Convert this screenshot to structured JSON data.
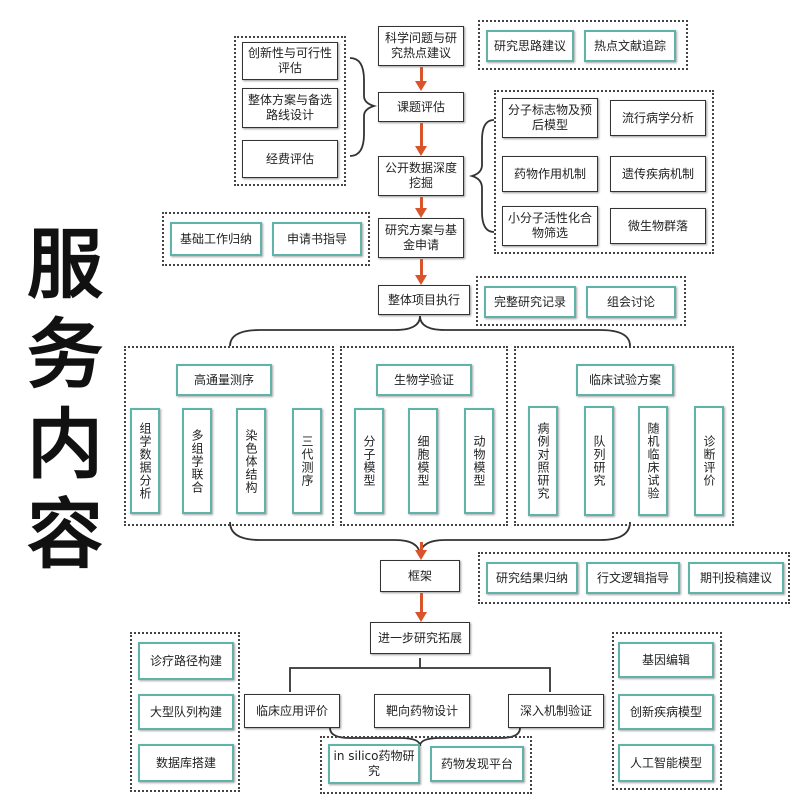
{
  "title": [
    "服",
    "务",
    "内",
    "容"
  ],
  "main": {
    "n1": "科学问题与研究热点建议",
    "n2": "课题评估",
    "n3": "公开数据深度挖掘",
    "n4": "研究方案与基金申请",
    "n5": "整体项目执行",
    "n6": "框架",
    "n7": "进一步研究拓展"
  },
  "top_right": [
    "研究思路建议",
    "热点文献追踪"
  ],
  "left_eval": [
    "创新性与可行性评估",
    "整体方案与备选路线设计",
    "经费评估"
  ],
  "mining": [
    "分子标志物及预后模型",
    "流行病学分析",
    "药物作用机制",
    "遗传疾病机制",
    "小分子活性化合物筛选",
    "微生物群落"
  ],
  "fund_left": [
    "基础工作归纳",
    "申请书指导"
  ],
  "exec_right": [
    "完整研究记录",
    "组会讨论"
  ],
  "groups": [
    {
      "label": "高通量测序",
      "items": [
        "组学数据分析",
        "多组学联合",
        "染色体结构",
        "三代测序"
      ]
    },
    {
      "label": "生物学验证",
      "items": [
        "分子模型",
        "细胞模型",
        "动物模型"
      ]
    },
    {
      "label": "临床试验方案",
      "items": [
        "病例对照研究",
        "队列研究",
        "随机临床试验",
        "诊断评价"
      ]
    }
  ],
  "framework_right": [
    "研究结果归纳",
    "行文逻辑指导",
    "期刊投稿建议"
  ],
  "left_ext": [
    "诊疗路径构建",
    "大型队列构建",
    "数据库搭建"
  ],
  "right_ext": [
    "基因编辑",
    "创新疾病模型",
    "人工智能模型"
  ],
  "ext_row": [
    "临床应用评价",
    "靶向药物设计",
    "深入机制验证"
  ],
  "insilico": [
    "in silico药物研究",
    "药物发现平台"
  ]
}
